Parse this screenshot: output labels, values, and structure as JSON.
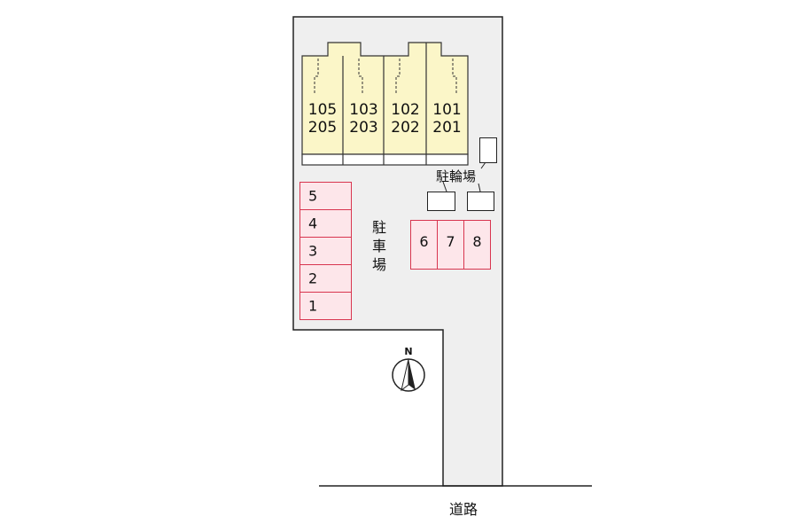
{
  "site_map": {
    "building": {
      "units": [
        {
          "upper": "105",
          "lower": "205"
        },
        {
          "upper": "103",
          "lower": "203"
        },
        {
          "upper": "102",
          "lower": "202"
        },
        {
          "upper": "101",
          "lower": "201"
        }
      ]
    },
    "bicycle_parking": {
      "label": "駐輪場"
    },
    "car_parking": {
      "label_chars": [
        "駐",
        "車",
        "場"
      ],
      "left_spaces": [
        "5",
        "4",
        "3",
        "2",
        "1"
      ],
      "right_spaces": [
        "6",
        "7",
        "8"
      ]
    },
    "compass": {
      "letter": "N"
    },
    "road": {
      "label": "道路"
    },
    "colors": {
      "lot": "#efefef",
      "building": "#fbf6c8",
      "parking_fill": "#fde6ea",
      "parking_border": "#d8354f"
    }
  }
}
